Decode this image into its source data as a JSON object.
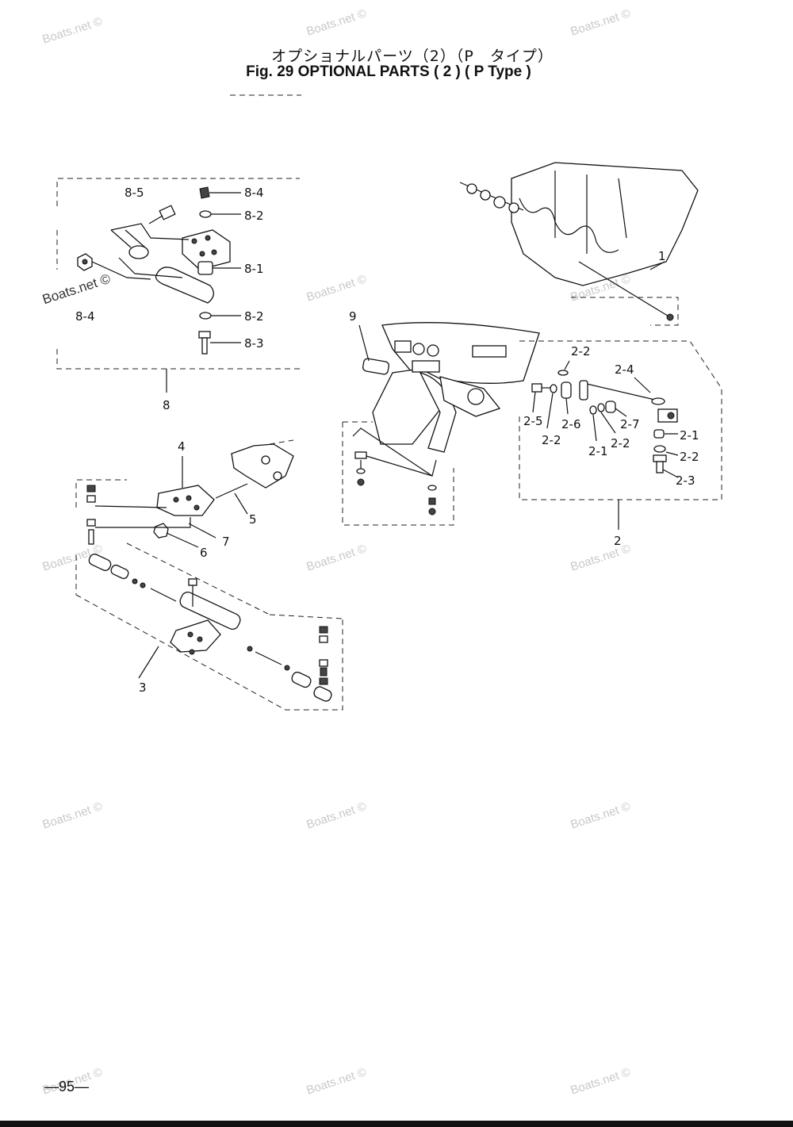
{
  "header": {
    "title_jp": "オプショナルパーツ（2）（P　タイプ）",
    "title_en": "Fig. 29   OPTIONAL PARTS ( 2 ) ( P Type )"
  },
  "callouts": {
    "c1": "1",
    "c2": "2",
    "c2_1a": "2-1",
    "c2_1b": "2-1",
    "c2_2a": "2-2",
    "c2_2b": "2-2",
    "c2_2c": "2-2",
    "c2_2d": "2-2",
    "c2_3": "2-3",
    "c2_4": "2-4",
    "c2_5": "2-5",
    "c2_6": "2-6",
    "c2_7": "2-7",
    "c3": "3",
    "c4": "4",
    "c5": "5",
    "c6": "6",
    "c7": "7",
    "c8": "8",
    "c8_1": "8-1",
    "c8_2a": "8-2",
    "c8_2b": "8-2",
    "c8_3": "8-3",
    "c8_4a": "8-4",
    "c8_4b": "8-4",
    "c8_5": "8-5",
    "c9": "9"
  },
  "watermark": "Boats.net ©",
  "footer": {
    "page_number": "—95—"
  }
}
